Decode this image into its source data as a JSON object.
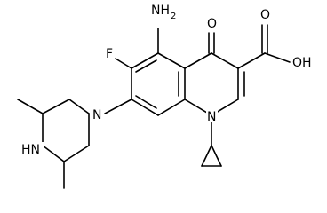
{
  "molecule": {
    "atom_labels": {
      "amino": "NH",
      "amino_sub": "2",
      "ketone_o": "O",
      "carbonyl_o": "O",
      "hydroxyl": "OH",
      "fluoro": "F",
      "ring_n": "N",
      "piperazine_n": "N",
      "piperazine_nh": "HN"
    }
  }
}
